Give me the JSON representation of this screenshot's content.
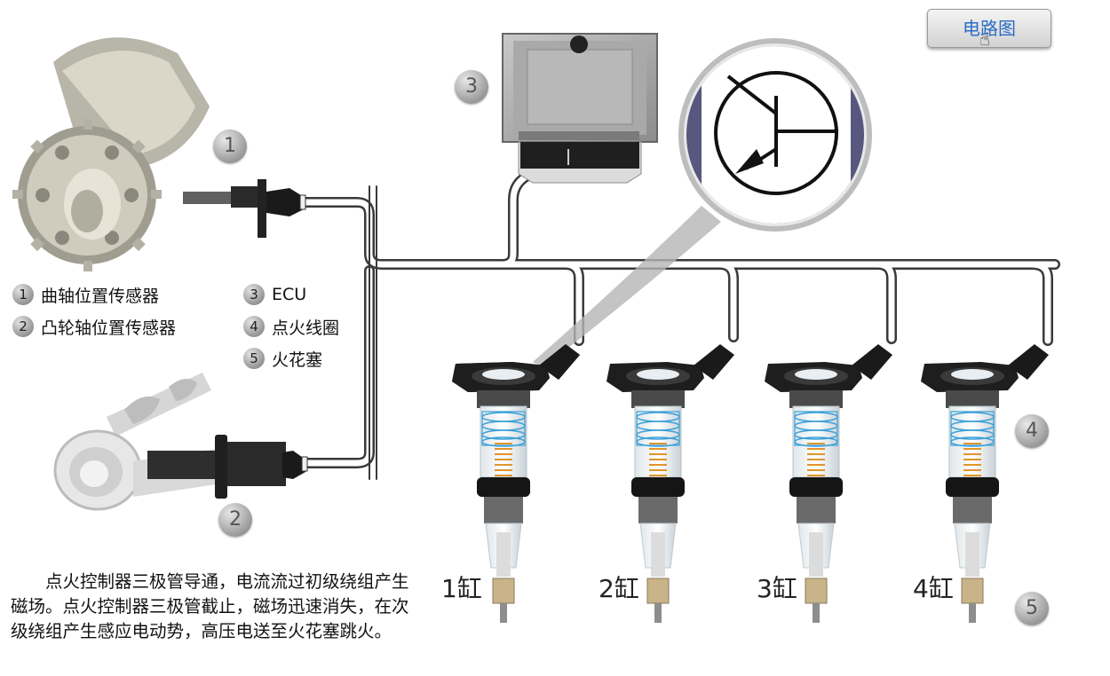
{
  "button": {
    "label": "电路图"
  },
  "callouts": [
    "1",
    "2",
    "3",
    "4",
    "5"
  ],
  "legend": [
    {
      "num": "1",
      "label": "曲轴位置传感器"
    },
    {
      "num": "2",
      "label": "凸轮轴位置传感器"
    },
    {
      "num": "3",
      "label": "ECU"
    },
    {
      "num": "4",
      "label": "点火线圈"
    },
    {
      "num": "5",
      "label": "火花塞"
    }
  ],
  "cylinders": [
    "1缸",
    "2缸",
    "3缸",
    "4缸"
  ],
  "description": "点火控制器三极管导通，电流流过初级绕组产生磁场。点火控制器三极管截止，磁场迅速消失，在次级绕组产生感应电动势，高压电送至火花塞跳火。",
  "colors": {
    "button_text": "#2a6cc7",
    "wire": "#3a3a3a",
    "panel": "#57577f",
    "coil_spring": "#e0952a",
    "coil_primary": "#3aa0d8"
  }
}
